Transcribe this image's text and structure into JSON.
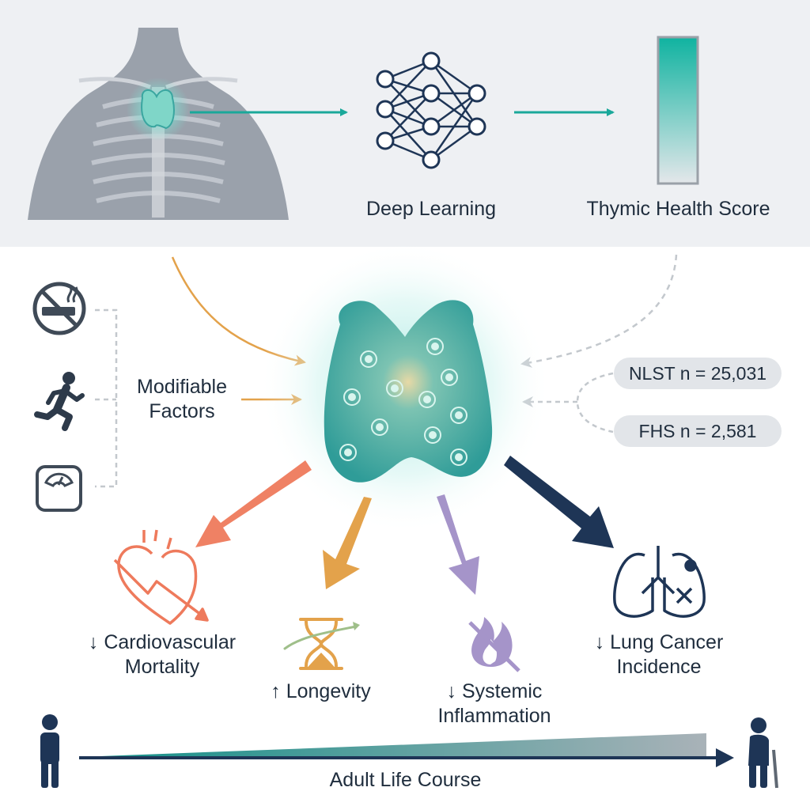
{
  "pipeline": {
    "model_label": "Deep Learning",
    "score_label": "Thymic Health Score"
  },
  "factors": {
    "label_line1": "Modifiable",
    "label_line2": "Factors",
    "icons": [
      "no-smoking-icon",
      "running-person-icon",
      "weight-scale-icon"
    ]
  },
  "cohorts": [
    {
      "label": "NLST n = 25,031"
    },
    {
      "label": "FHS n = 2,581"
    }
  ],
  "outcomes": {
    "cardio_line1": "↓ Cardiovascular",
    "cardio_line2": "Mortality",
    "longevity": "↑ Longevity",
    "inflammation_line1": "↓ Systemic",
    "inflammation_line2": "Inflammation",
    "lung_line1": "↓ Lung Cancer",
    "lung_line2": "Incidence"
  },
  "timeline": {
    "label": "Adult Life Course"
  },
  "colors": {
    "navy": "#1e3556",
    "teal": "#1aa89a",
    "thymus": "#3aa6a0",
    "orange_arrow": "#ee7a5c",
    "gold_arrow": "#e3a24b",
    "purple_arrow": "#a594c9",
    "gray": "#5f6873"
  }
}
